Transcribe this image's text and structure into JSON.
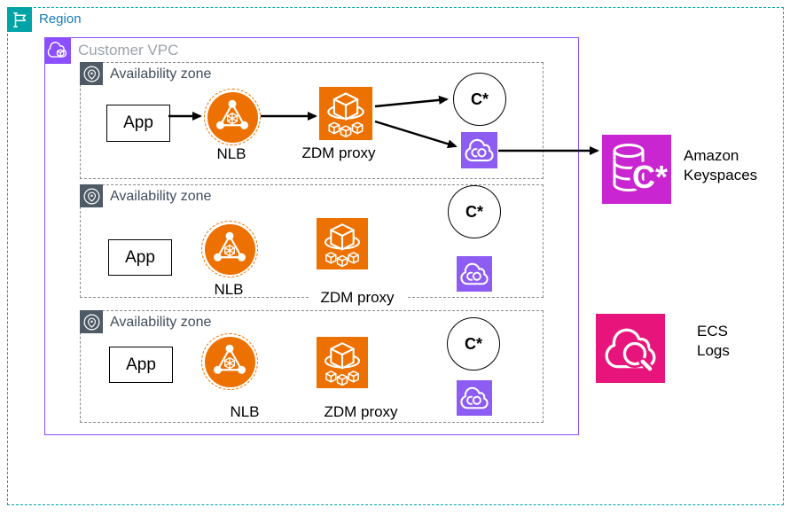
{
  "region": {
    "label": "Region"
  },
  "vpc": {
    "label": "Customer VPC"
  },
  "azs": [
    {
      "label": "Availability zone",
      "app": "App",
      "nlb": "NLB",
      "zdm": "ZDM proxy",
      "cassandra": "C*"
    },
    {
      "label": "Availability zone",
      "app": "App",
      "nlb": "NLB",
      "zdm": "ZDM proxy",
      "cassandra": "C*"
    },
    {
      "label": "Availability zone",
      "app": "App",
      "nlb": "NLB",
      "zdm": "ZDM proxy",
      "cassandra": "C*"
    }
  ],
  "keyspaces": {
    "icon_text": "C*",
    "label_line1": "Amazon",
    "label_line2": "Keyspaces"
  },
  "ecs_logs": {
    "label_line1": "ECS",
    "label_line2": "Logs"
  },
  "icons": {
    "region": "flag-icon",
    "vpc": "cloud-package-icon",
    "availability_zone": "location-pin-icon",
    "nlb": "load-balancer-icon",
    "zdm": "container-service-icon",
    "cloud_link": "cloud-link-icon",
    "keyspaces": "cassandra-database-icon",
    "ecs_logs": "cloud-magnifier-icon"
  },
  "colors": {
    "region_teal": "#00A4A6",
    "region_label_blue": "#1779BA",
    "vpc_purple": "#8C4FFF",
    "vpc_label_gray": "#9BA2A9",
    "az_slate": "#4E5A65",
    "az_label_dark": "#414D5C",
    "compute_orange": "#ED7100",
    "cloud_link_purple": "#8D5CF2",
    "keyspaces_magenta": "#C925D1",
    "ecs_logs_pink": "#E7157B",
    "arrow_black": "#000000"
  }
}
